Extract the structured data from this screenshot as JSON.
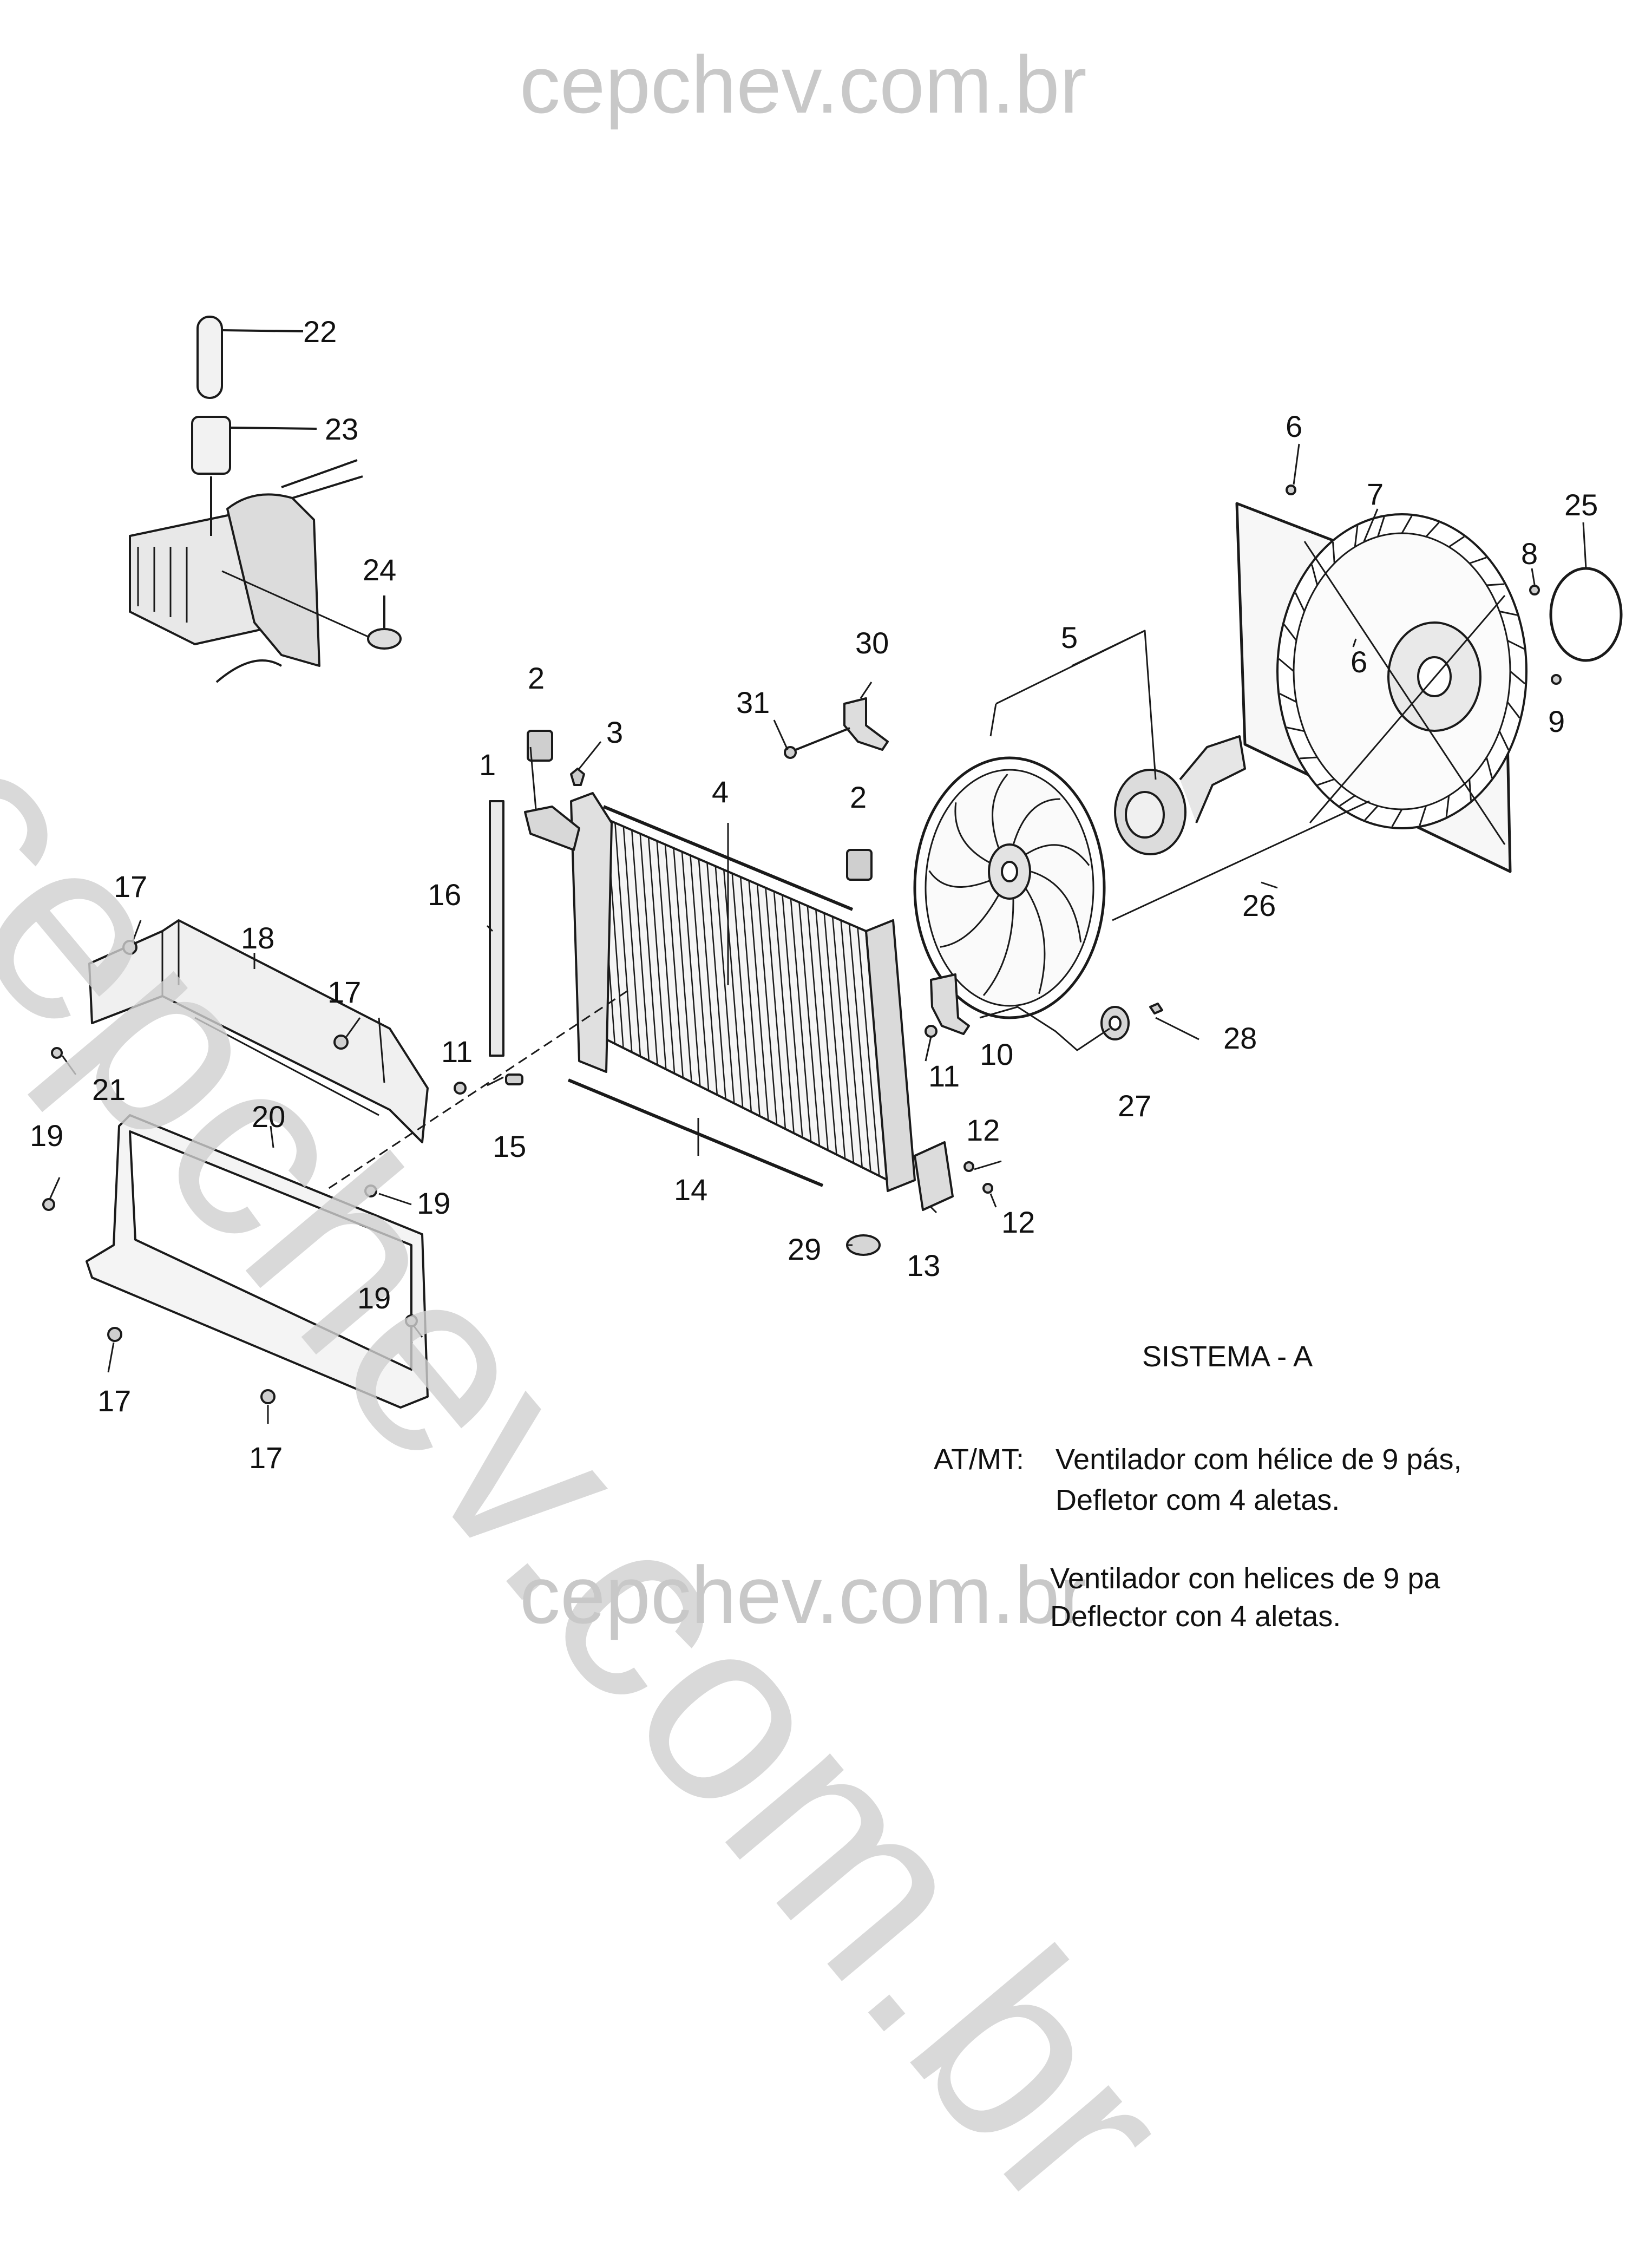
{
  "watermark": {
    "text": "cepchev.com.br",
    "color": "#c8c8c8"
  },
  "callouts": [
    "1",
    "2",
    "3",
    "4",
    "5",
    "6",
    "7",
    "8",
    "9",
    "10",
    "11",
    "12",
    "13",
    "14",
    "15",
    "16",
    "17",
    "18",
    "19",
    "20",
    "21",
    "22",
    "23",
    "24",
    "25",
    "26",
    "27",
    "28",
    "29",
    "30",
    "31"
  ],
  "notes": {
    "system": "SISTEMA - A",
    "prefix": "AT/MT:",
    "line1": "Ventilador com hélice de 9 pás,",
    "line2": "Defletor com 4 aletas.",
    "line3": "Ventilador con helices de 9 pa",
    "line4": "Deflector con 4 aletas."
  },
  "colors": {
    "line": "#1a1a1a",
    "part_fill": "#f2f2f2",
    "part_shade": "#bdbdbd"
  }
}
